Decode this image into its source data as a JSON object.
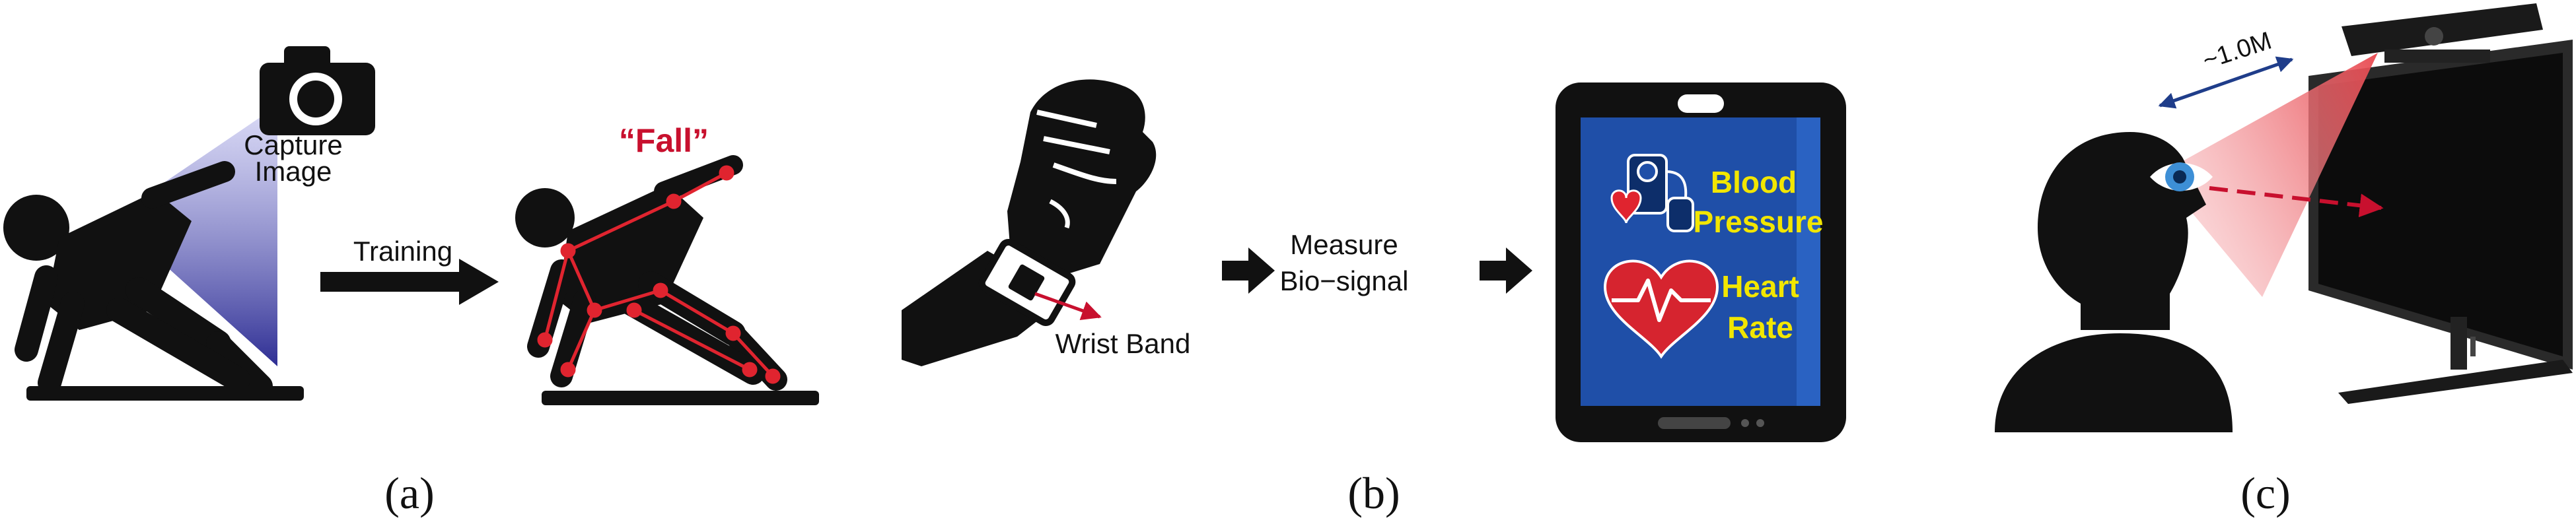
{
  "panels": {
    "a": {
      "caption": "(a)",
      "camera_label_line1": "Capture",
      "camera_label_line2": "Image",
      "arrow_label": "Training",
      "result_label": "“Fall”",
      "camera_icon": "camera-icon",
      "figure_icon": "falling-person-icon",
      "skeleton_icon": "pose-skeleton-icon"
    },
    "b": {
      "caption": "(b)",
      "band_label": "Wrist Band",
      "measure_line1": "Measure",
      "measure_line2": "Bio−signal",
      "tablet_line1": "Blood",
      "tablet_line2": "Pressure",
      "tablet_line3": "Heart",
      "tablet_line4": "Rate",
      "fist_icon": "raised-fist-icon",
      "tablet_icon": "tablet-icon",
      "bp_icon": "blood-pressure-monitor-icon",
      "heart_icon": "heart-rate-icon"
    },
    "c": {
      "caption": "(c)",
      "distance_label": "~1.0M",
      "head_icon": "person-head-icon",
      "eye_icon": "eye-icon",
      "monitor_icon": "monitor-icon",
      "webcam_icon": "webcam-icon"
    }
  },
  "colors": {
    "ink": "#111111",
    "red": "#c8102e",
    "camera_beam": "#2a2a9a",
    "tablet_screen": "#1f4fa8",
    "tablet_text": "#f2e600",
    "eye_blue": "#3d8fd6",
    "gaze_beam": "#e8474e",
    "distance_arrow": "#1f3d8a"
  }
}
